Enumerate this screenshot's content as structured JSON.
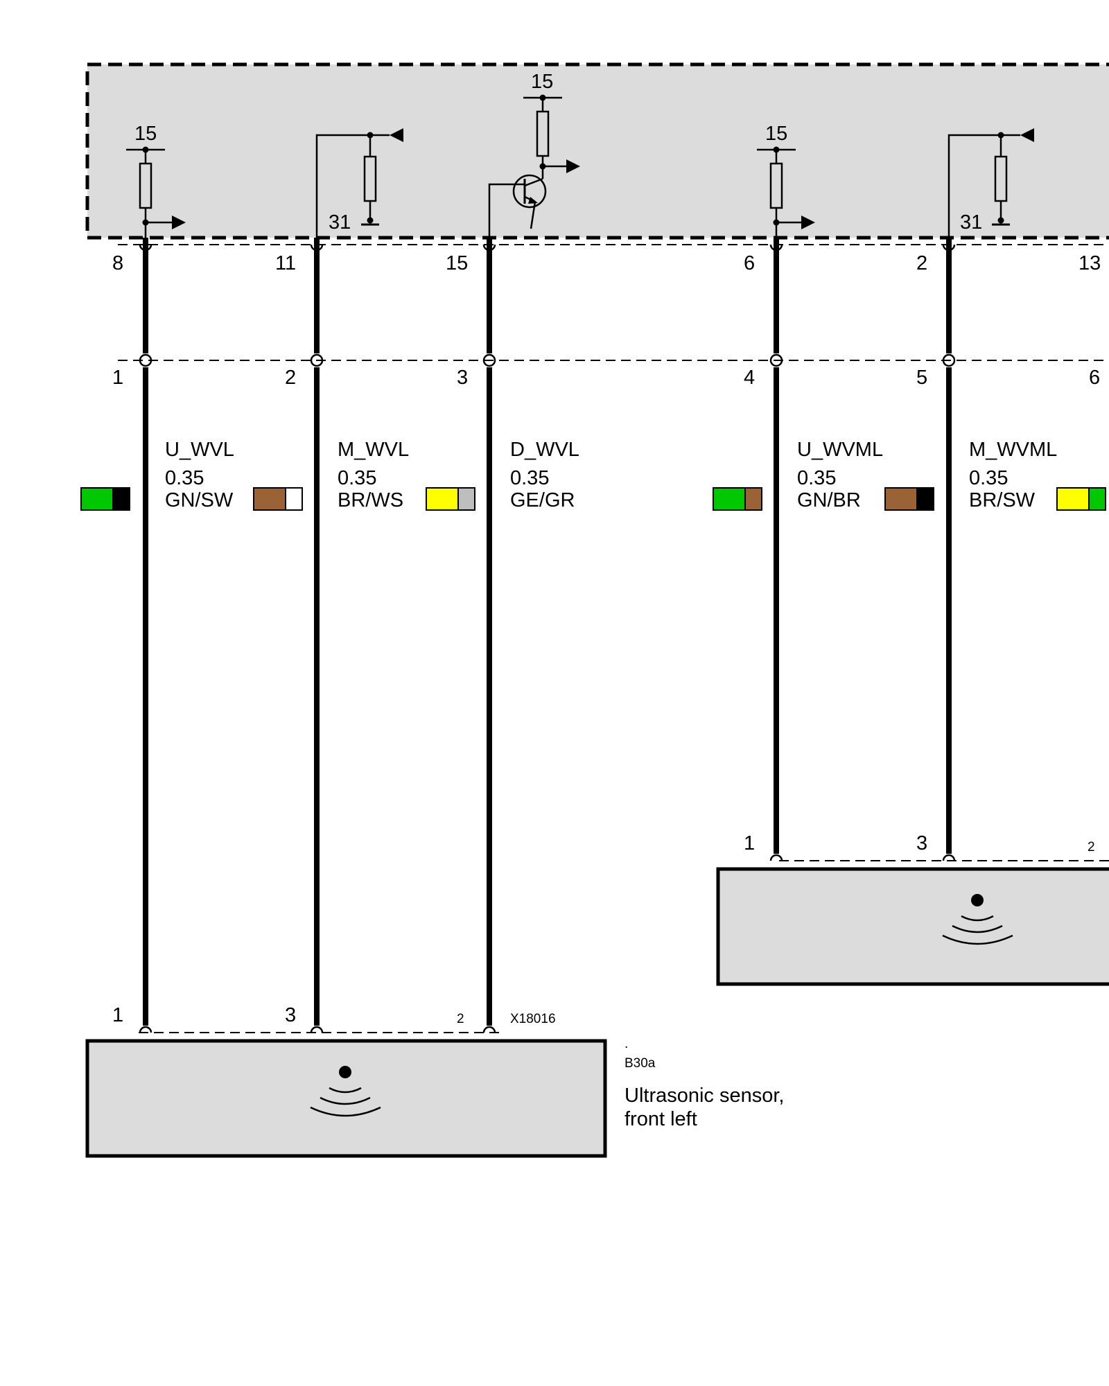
{
  "colors": {
    "module_fill": "#dcdcdc",
    "wire": "#000000",
    "green": "#00c800",
    "black": "#000000",
    "brown": "#9b6235",
    "white": "#ffffff",
    "yellow": "#ffff00",
    "gray": "#bebebe"
  },
  "control_unit": {
    "supply_labels": {
      "a": "15",
      "b": "15",
      "c": "15"
    },
    "ground_labels": {
      "a": "31",
      "b": "31"
    }
  },
  "wires": [
    {
      "pin_top": "8",
      "pin_mid": "1",
      "signal": "U_WVL",
      "gauge": "0.35",
      "color_code": "GN/SW",
      "swatch": [
        "green",
        "black"
      ]
    },
    {
      "pin_top": "11",
      "pin_mid": "2",
      "signal": "M_WVL",
      "gauge": "0.35",
      "color_code": "BR/WS",
      "swatch": [
        "brown",
        "white"
      ]
    },
    {
      "pin_top": "15",
      "pin_mid": "3",
      "signal": "D_WVL",
      "gauge": "0.35",
      "color_code": "GE/GR",
      "swatch": [
        "yellow",
        "gray"
      ]
    },
    {
      "pin_top": "6",
      "pin_mid": "4",
      "signal": "U_WVML",
      "gauge": "0.35",
      "color_code": "GN/BR",
      "swatch": [
        "green",
        "brown"
      ]
    },
    {
      "pin_top": "2",
      "pin_mid": "5",
      "signal": "M_WVML",
      "gauge": "0.35",
      "color_code": "BR/SW",
      "swatch": [
        "brown",
        "black"
      ]
    },
    {
      "pin_top": "13",
      "pin_mid": "6",
      "signal": "",
      "gauge": "",
      "color_code": "",
      "swatch": [
        "yellow",
        "green"
      ]
    }
  ],
  "sensor_left": {
    "pins": [
      "1",
      "3",
      "2"
    ],
    "connector": "X18016",
    "dot": ".",
    "id": "B30a",
    "name_line1": "Ultrasonic sensor,",
    "name_line2": "front left"
  },
  "sensor_mid": {
    "pins": [
      "1",
      "3",
      "2"
    ]
  }
}
